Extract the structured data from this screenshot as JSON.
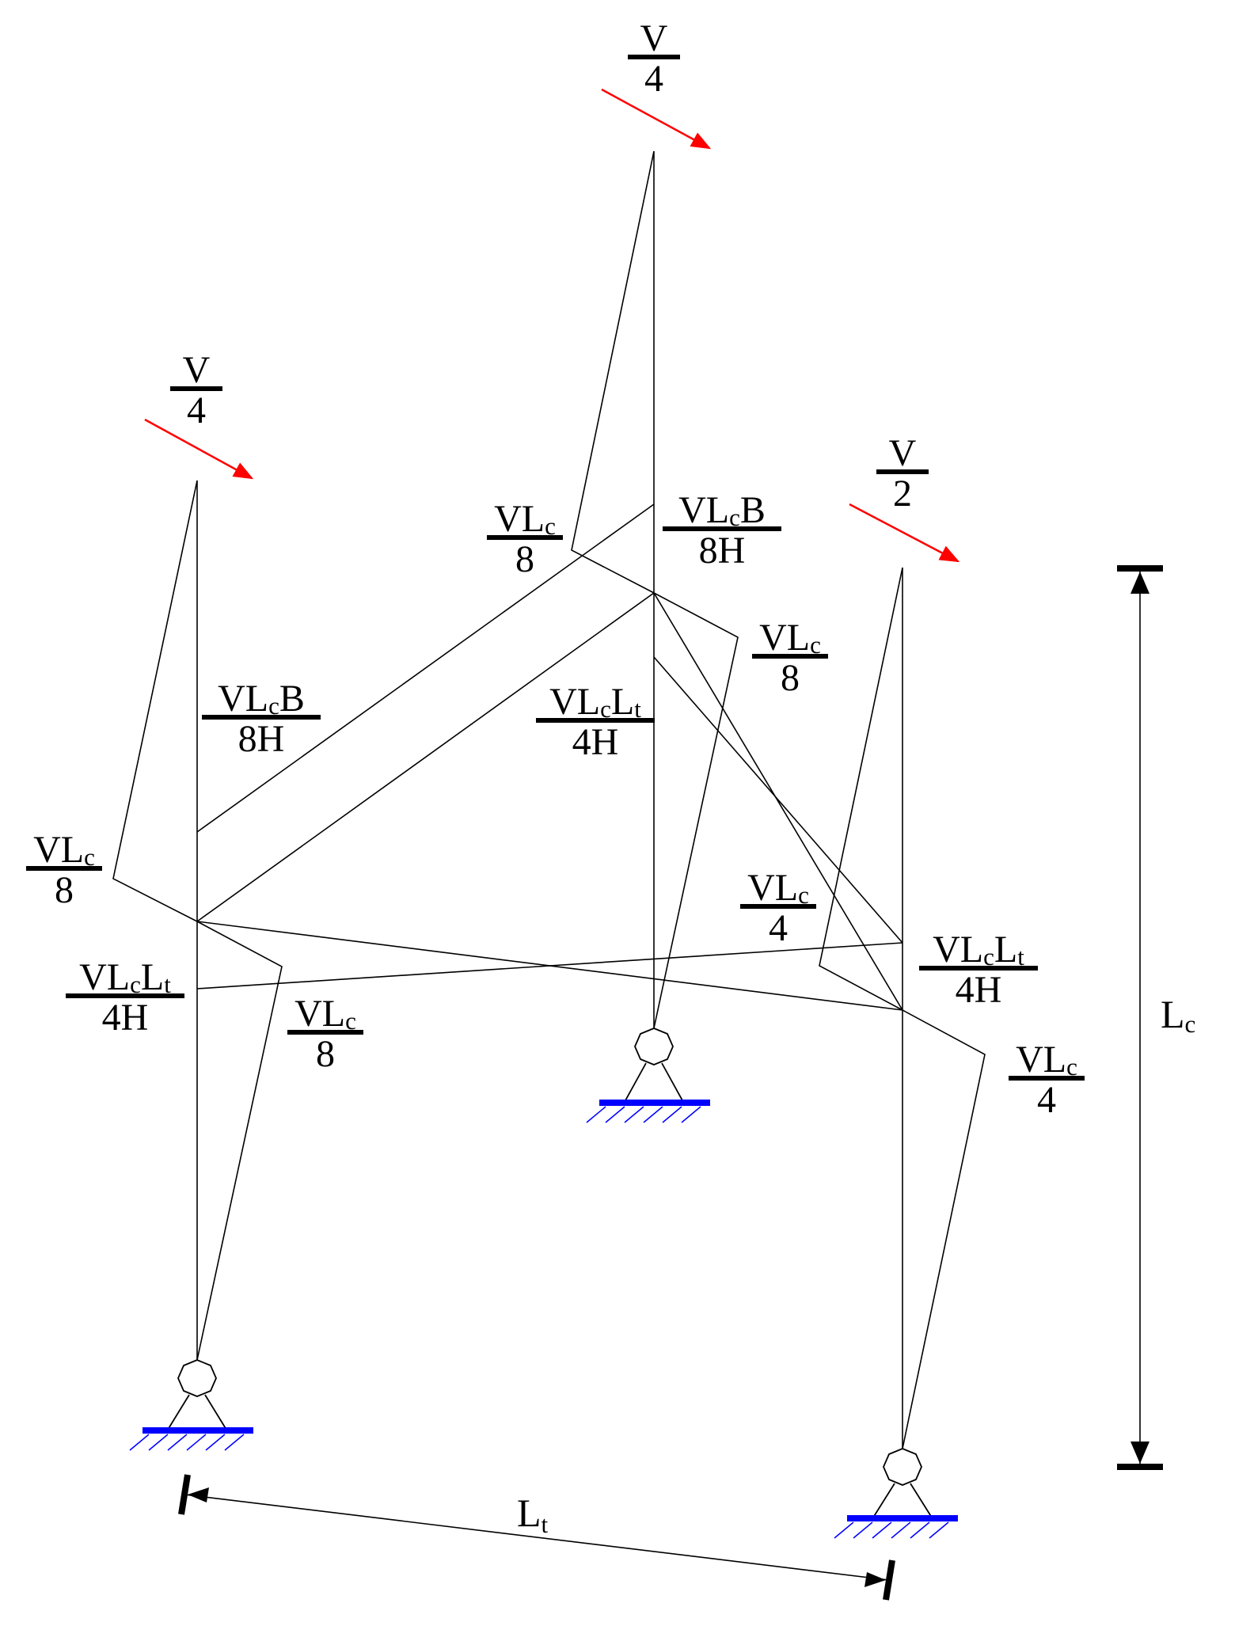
{
  "colors": {
    "load_arrow": "#ff0000",
    "support_base": "#0000ff",
    "line": "#000000",
    "background": "#ffffff"
  },
  "loads": [
    {
      "id": "load-left",
      "num": "V",
      "den": "4"
    },
    {
      "id": "load-top",
      "num": "V",
      "den": "4"
    },
    {
      "id": "load-right",
      "num": "V",
      "den": "2"
    }
  ],
  "moment_labels": [
    {
      "id": "top-upper-left",
      "num_main": "VL",
      "num_sub": "c",
      "num_tail": "",
      "den": "8"
    },
    {
      "id": "top-beam-b",
      "num_main": "VL",
      "num_sub": "c",
      "num_tail": "B",
      "den": "8H"
    },
    {
      "id": "top-lower-right",
      "num_main": "VL",
      "num_sub": "c",
      "num_tail": "",
      "den": "8"
    },
    {
      "id": "top-beam-t",
      "num_main": "VL",
      "num_sub": "c",
      "num_tail": "L",
      "num_sub2": "t",
      "den": "4H"
    },
    {
      "id": "left-beam-b",
      "num_main": "VL",
      "num_sub": "c",
      "num_tail": "B",
      "den": "8H"
    },
    {
      "id": "left-upper",
      "num_main": "VL",
      "num_sub": "c",
      "num_tail": "",
      "den": "8"
    },
    {
      "id": "left-beam-t",
      "num_main": "VL",
      "num_sub": "c",
      "num_tail": "L",
      "num_sub2": "t",
      "den": "4H"
    },
    {
      "id": "left-lower",
      "num_main": "VL",
      "num_sub": "c",
      "num_tail": "",
      "den": "8"
    },
    {
      "id": "right-upper",
      "num_main": "VL",
      "num_sub": "c",
      "num_tail": "",
      "den": "4"
    },
    {
      "id": "right-beam-t",
      "num_main": "VL",
      "num_sub": "c",
      "num_tail": "L",
      "num_sub2": "t",
      "den": "4H"
    },
    {
      "id": "right-lower",
      "num_main": "VL",
      "num_sub": "c",
      "num_tail": "",
      "den": "4"
    }
  ],
  "dimensions": {
    "column_height": {
      "main": "L",
      "sub": "c"
    },
    "beam_length": {
      "main": "L",
      "sub": "t"
    }
  }
}
